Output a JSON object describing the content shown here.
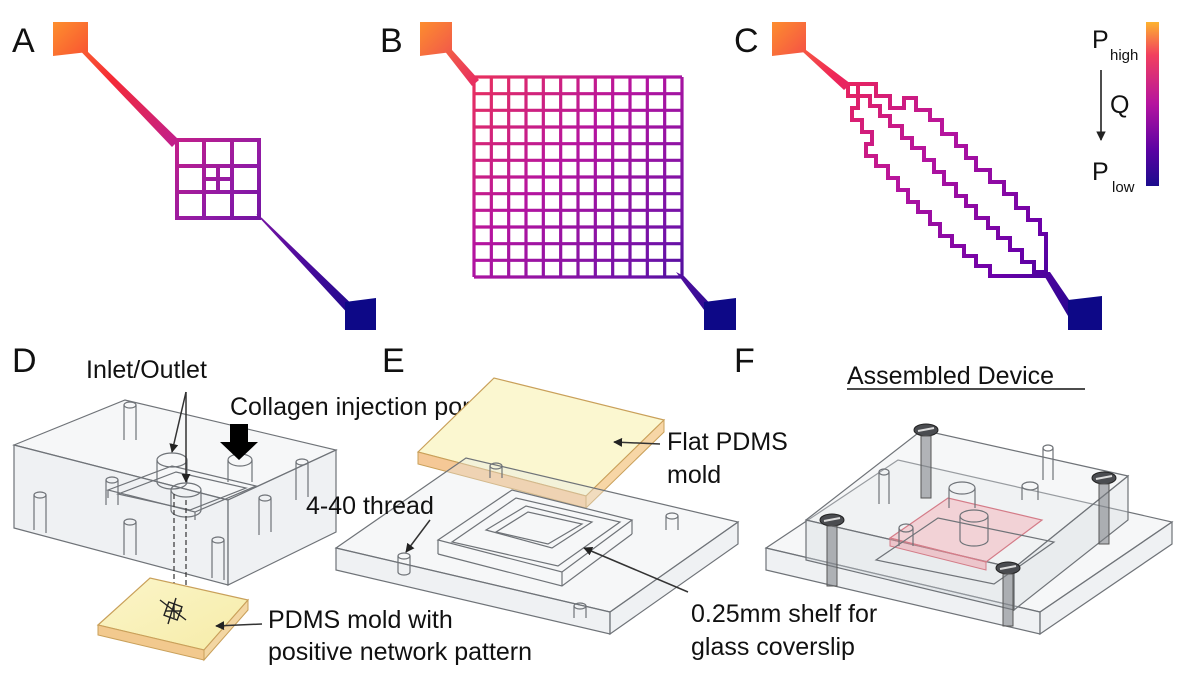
{
  "panels": {
    "a": "A",
    "b": "B",
    "c": "C",
    "d": "D",
    "e": "E",
    "f": "F"
  },
  "scale": {
    "high_main": "P",
    "high_sub": "high",
    "flow": "Q",
    "low_main": "P",
    "low_sub": "low",
    "colors": [
      "#fca636",
      "#f0476b",
      "#b5149f",
      "#6a00a8",
      "#0d0887"
    ]
  },
  "labels": {
    "inlet_outlet": "Inlet/Outlet",
    "collagen_port": "Collagen injection port",
    "pdms_network_1": "PDMS mold with",
    "pdms_network_2": "positive network pattern",
    "flat_pdms_1": "Flat PDMS",
    "flat_pdms_2": "mold",
    "thread": "4-40 thread",
    "shelf_1": "0.25mm shelf for",
    "shelf_2": "glass coverslip",
    "assembled": "Assembled Device"
  }
}
